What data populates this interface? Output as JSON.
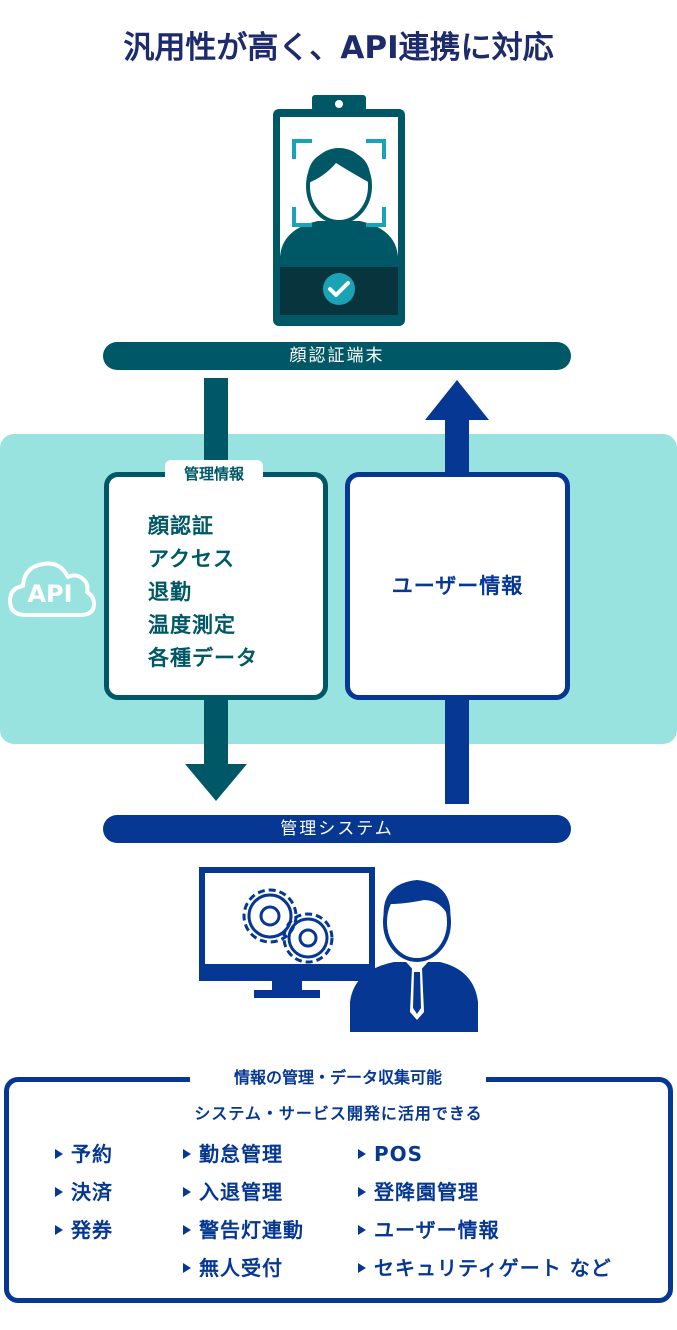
{
  "title": "汎用性が高く、API連携に対応",
  "device_label": "顔認証端末",
  "system_label": "管理システム",
  "api_label": "API",
  "mgmt_info": {
    "label": "管理情報",
    "items": [
      "顔認証",
      "アクセス",
      "退勤",
      "温度測定",
      "各種データ"
    ]
  },
  "user_info_label": "ユーザー情報",
  "capabilities": {
    "label": "情報の管理・データ収集可能",
    "sub_label": "システム・サービス開発に活用できる",
    "col1": [
      "予約",
      "決済",
      "発券"
    ],
    "col2": [
      "勤怠管理",
      "入退管理",
      "警告灯連動",
      "無人受付"
    ],
    "col3": [
      "POS",
      "登降園管理",
      "ユーザー情報",
      "セキュリティゲート など"
    ]
  },
  "colors": {
    "title": "#1d2a6b",
    "teal": "#005866",
    "navy": "#063893",
    "band": "#98e3df",
    "accent": "#1aa3b5"
  }
}
